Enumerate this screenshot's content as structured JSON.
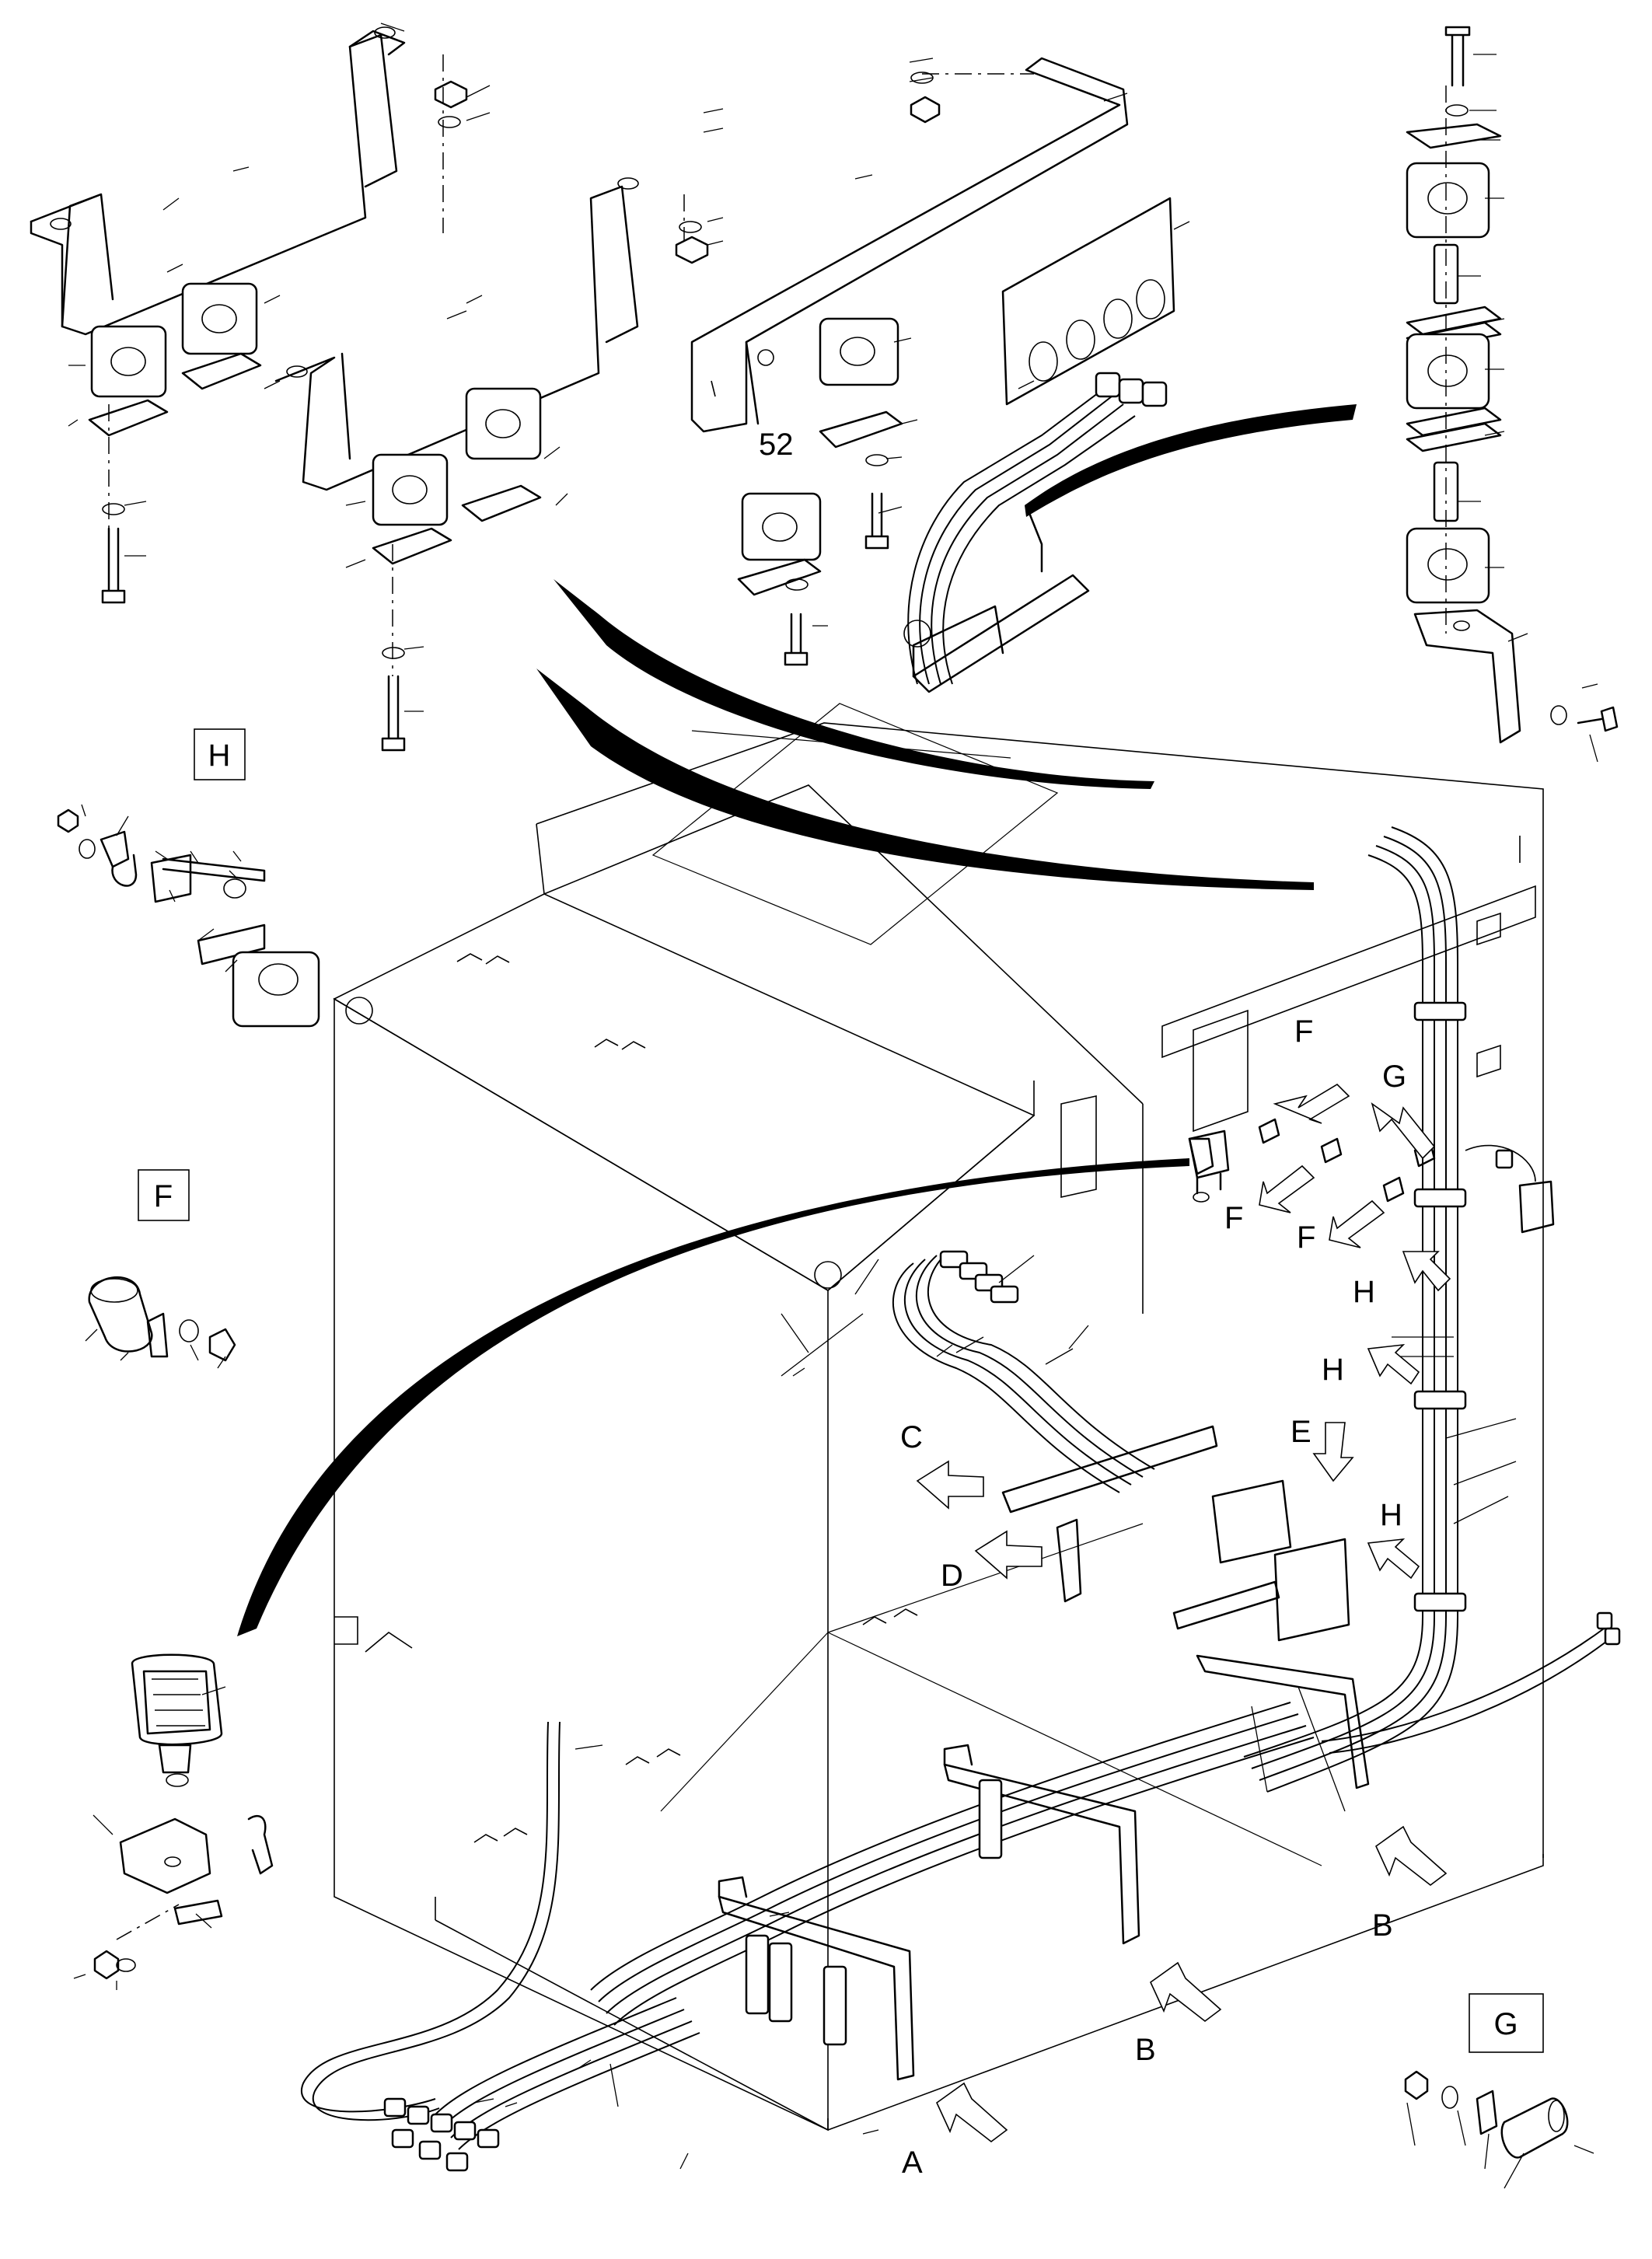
{
  "part_number": "52",
  "view_boxes": {
    "H": "H",
    "F": "F",
    "G": "G"
  },
  "arrow_labels": {
    "A": "A",
    "B": "B",
    "C": "C",
    "D": "D",
    "E": "E",
    "F": "F",
    "G": "G",
    "H": "H"
  }
}
